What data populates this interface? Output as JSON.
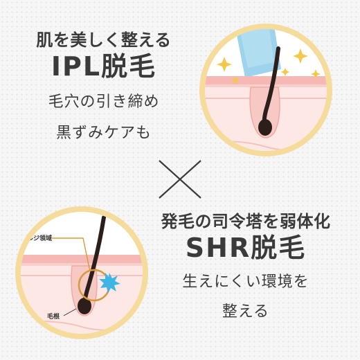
{
  "ipl_section": {
    "headline": "肌を美しく整える",
    "method": "IPL脱毛",
    "description_line1": "毛穴の引き締め",
    "description_line2": "黒ずみケアも"
  },
  "shr_section": {
    "headline": "発毛の司令塔を弱体化",
    "method": "SHR脱毛",
    "description_line1": "生えにくい環境を",
    "description_line2": "整える"
  },
  "bulge_label": "バルジ領域",
  "hair_root_label": "毛根",
  "colors": {
    "ring": "#f6dc9c",
    "skin": "#f5b8b5",
    "hair": "#2c1e1a",
    "light": "#8ccbe9",
    "sparkle": "#f2c94c",
    "bulge_circle": "#d79a3a",
    "burst": "#3fb5e3"
  }
}
